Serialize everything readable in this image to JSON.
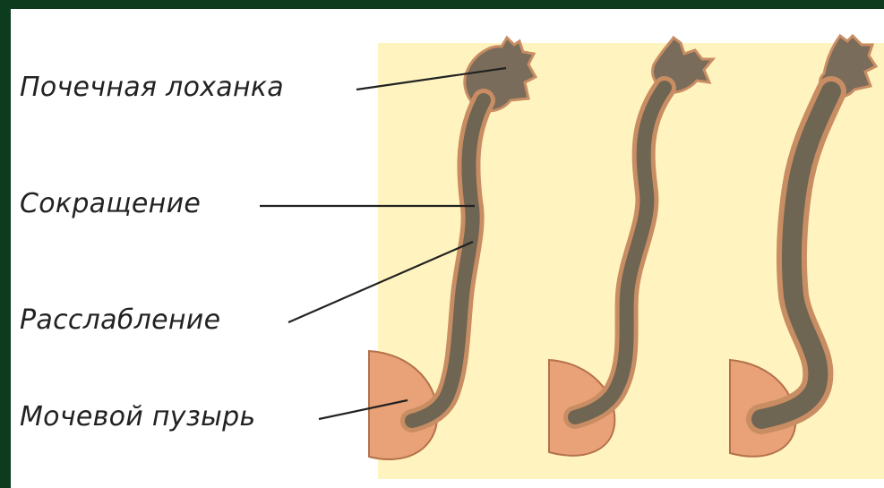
{
  "labels": {
    "renal_pelvis": "Почечная лоханка",
    "contraction": "Сокращение",
    "relaxation": "Расслабление",
    "bladder": "Мочевой пузырь"
  },
  "colors": {
    "frame": "#0d3b1e",
    "panel": "#fff4bf",
    "ureter_outer": "#c98d63",
    "ureter_inner": "#6e6552",
    "ureter_core": "#7c7560",
    "bladder": "#e9a277",
    "bladder_edge": "#b4714b",
    "leader": "#222222"
  }
}
